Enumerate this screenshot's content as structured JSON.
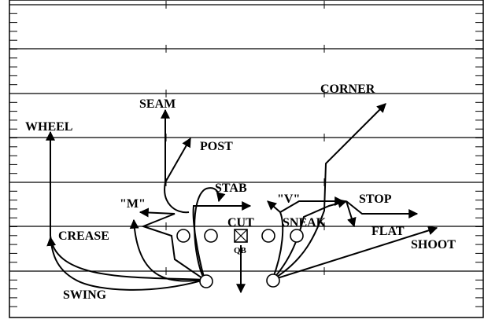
{
  "routes": {
    "seam": "SEAM",
    "wheel": "WHEEL",
    "post": "POST",
    "corner": "CORNER",
    "stab": "STAB",
    "m": "\"M\"",
    "v": "\"V\"",
    "stop": "STOP",
    "cut": "CUT",
    "sneak": "SNEAK",
    "crease": "CREASE",
    "flat": "FLAT",
    "shoot": "SHOOT",
    "swing": "SWING"
  },
  "quarterback": "QB",
  "colors": {
    "ink": "#000000",
    "field": "#ffffff"
  }
}
